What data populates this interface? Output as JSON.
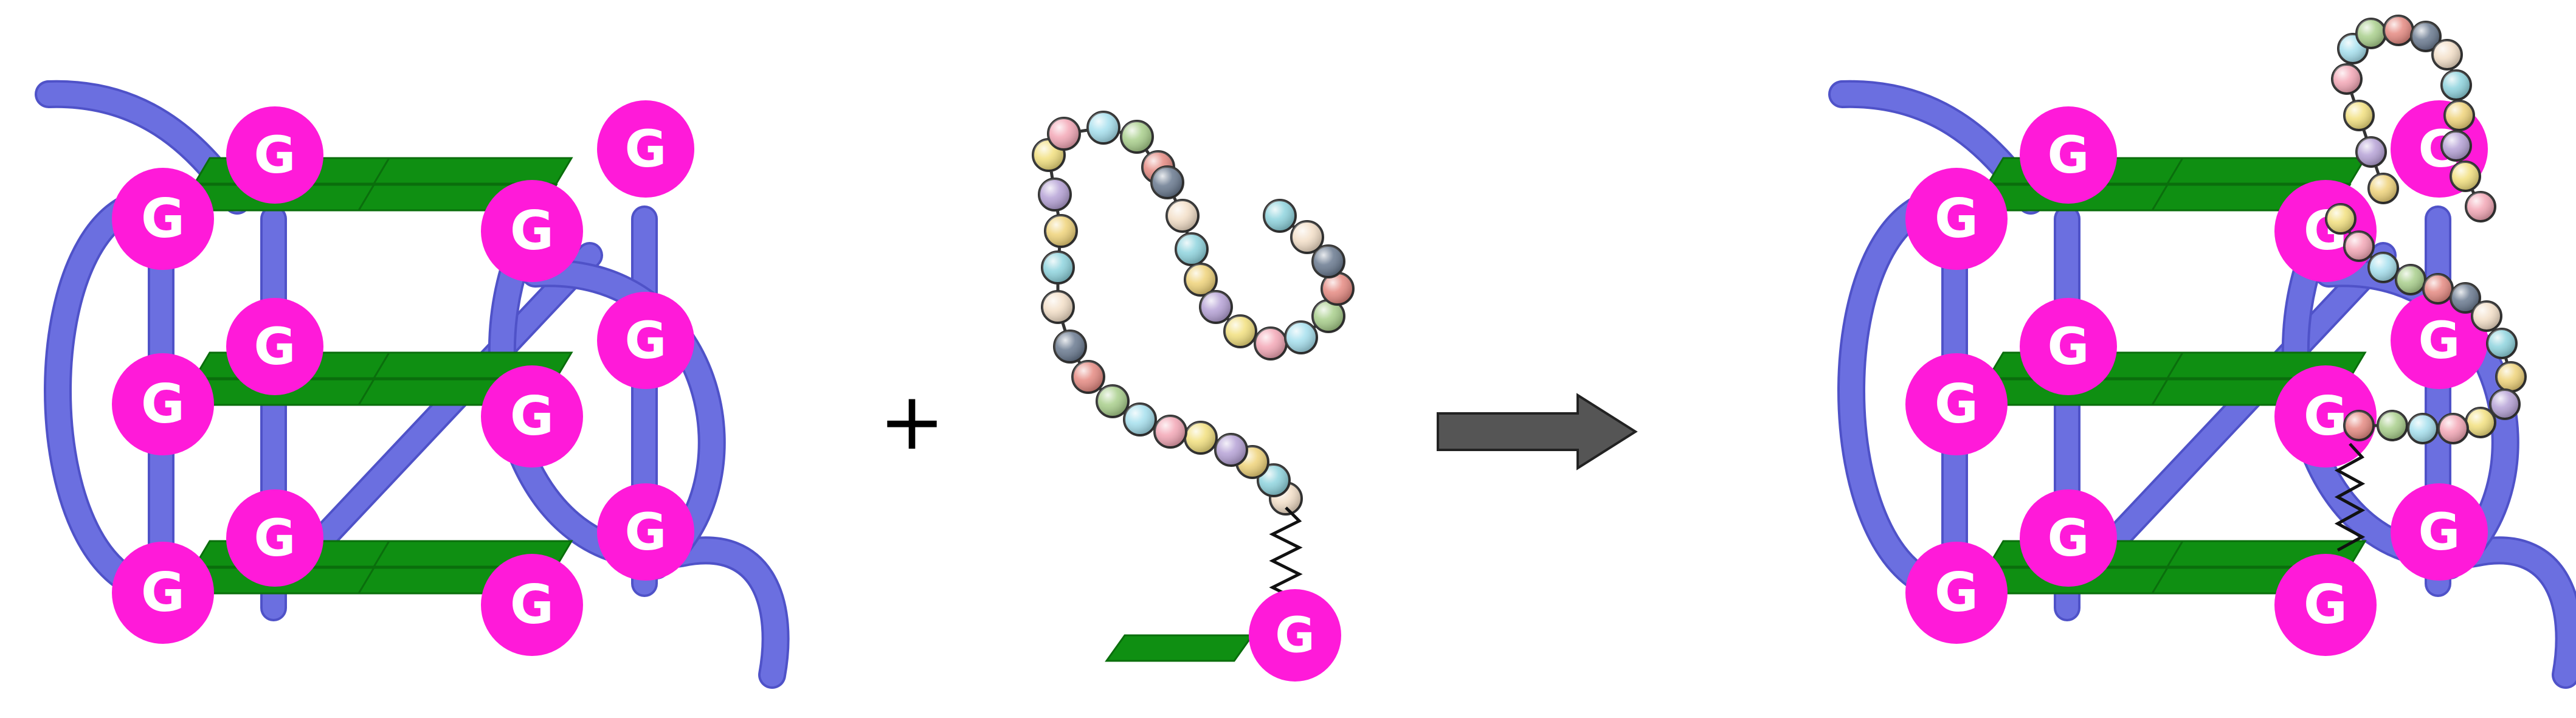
{
  "colors": {
    "backbone": "#6b6fe0",
    "backbone_dark": "#4f52c8",
    "tetrad_plate": "#0f8f12",
    "tetrad_plate_dark": "#0a6e0c",
    "guanine": "#ff1ad9",
    "guanine_text": "#ffffff",
    "linker": "#111111",
    "arrow": "#555555",
    "arrow_edge": "#222222",
    "operator": "#000000",
    "bead_outline": "#333333",
    "bead_palette": [
      "#f3dfc8",
      "#8fd4de",
      "#efd37a",
      "#b6a2d6",
      "#f2e07f",
      "#f3a7b6",
      "#a6e0ee",
      "#a9cf8c",
      "#e58a82",
      "#6a7a90"
    ]
  },
  "icons": {
    "operator": "plus",
    "reaction": "arrow-right"
  },
  "glyphs": {
    "operator": "+",
    "guanine": "G"
  }
}
